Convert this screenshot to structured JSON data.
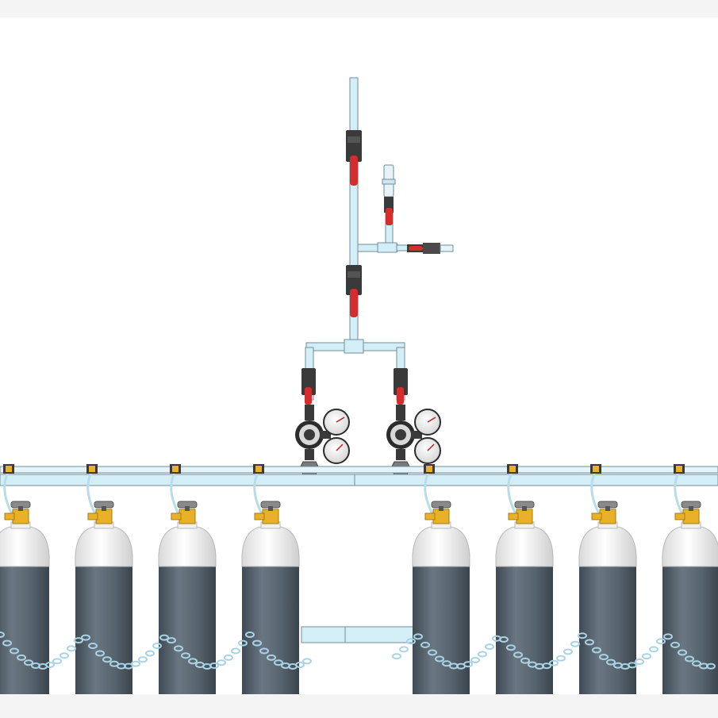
{
  "scene": {
    "type": "gas-cylinder-manifold",
    "colors": {
      "page_bg": "#f4f4f4",
      "canvas_bg": "#ffffff",
      "pipe": "#d4eef8",
      "pipe_stroke": "#6f8e9a",
      "valve_body": "#3a3a3a",
      "valve_handle": "#d22e2e",
      "cylinder_body": "#5a6670",
      "cylinder_cap": "#f7f7f7",
      "cylinder_valve": "#e9b12a",
      "chain": "#c9e7f3",
      "gauge_face": "#f2f2f2",
      "gauge_needle": "#c02020"
    },
    "components": {
      "cylinders": 8,
      "regulators": 2,
      "inline_valves": 5,
      "pressure_relief_valve": 1,
      "hose_barb_outlet": 1
    }
  }
}
